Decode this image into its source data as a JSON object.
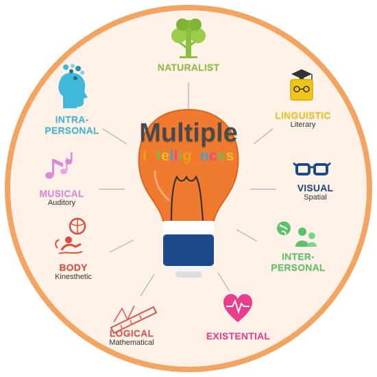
{
  "diagram": {
    "title": "Multiple",
    "subtitle": "Intelligences",
    "subtitle_colors": [
      "#e8a317",
      "#f07b1f",
      "#7ab648",
      "#e8c020",
      "#3aa0d8",
      "#e84a8a",
      "#7ab648",
      "#e8a317",
      "#f07b1f",
      "#3aa0d8",
      "#e84a8a",
      "#7ab648",
      "#e8c020"
    ],
    "ring_color": "#f3a460",
    "disc_color": "#fdf1e8",
    "bulb_color": "#f07b30",
    "base_color": "#1c4a8c",
    "intelligences": [
      {
        "id": "naturalist",
        "lines": [
          "NATURALIST"
        ],
        "sub": "",
        "color": "#8cbf3f",
        "icon": "tree-icon"
      },
      {
        "id": "linguistic",
        "lines": [
          "LINGUISTIC"
        ],
        "sub": "Literary",
        "color": "#f0c419",
        "icon": "book-grad-cap-icon"
      },
      {
        "id": "visual",
        "lines": [
          "VISUAL"
        ],
        "sub": "Spatial",
        "color": "#1a4a8a",
        "icon": "glasses-icon"
      },
      {
        "id": "interpersonal",
        "lines": [
          "INTER-",
          "PERSONAL"
        ],
        "sub": "",
        "color": "#5cc26a",
        "icon": "people-globe-icon"
      },
      {
        "id": "existential",
        "lines": [
          "EXISTENTIAL"
        ],
        "sub": "",
        "color": "#e83e8c",
        "icon": "heartbeat-icon"
      },
      {
        "id": "logical",
        "lines": [
          "LOGICAL"
        ],
        "sub": "Mathematical",
        "color": "#d9534f",
        "icon": "ruler-icon"
      },
      {
        "id": "body",
        "lines": [
          "BODY"
        ],
        "sub": "Kinesthetic",
        "color": "#e04a3a",
        "icon": "sports-icon"
      },
      {
        "id": "musical",
        "lines": [
          "MUSICAL"
        ],
        "sub": "Auditory",
        "color": "#d98ad9",
        "icon": "music-notes-icon"
      },
      {
        "id": "intrapersonal",
        "lines": [
          "INTRA-",
          "PERSONAL"
        ],
        "sub": "",
        "color": "#3fb8d9",
        "icon": "head-mind-icon"
      }
    ]
  }
}
